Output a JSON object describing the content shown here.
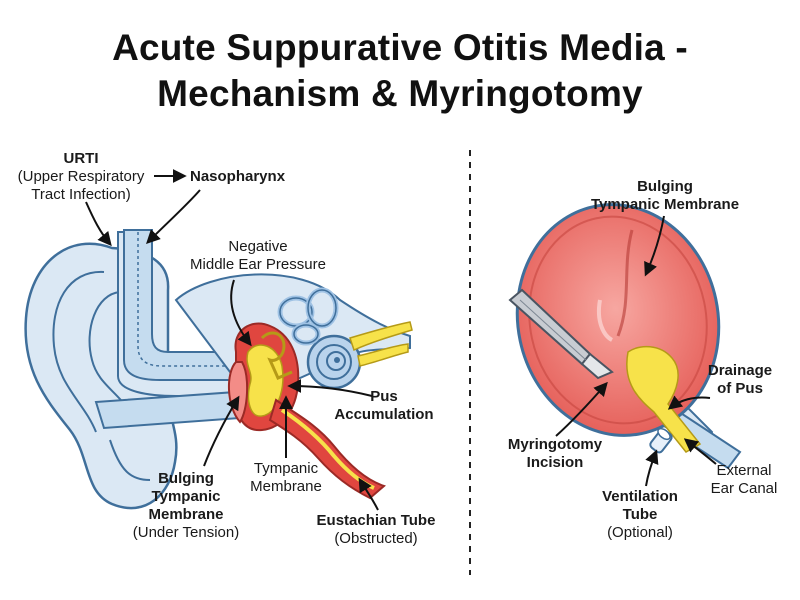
{
  "title": {
    "line1": "Acute Suppurative Otitis Media -",
    "line2": "Mechanism & Myringotomy"
  },
  "left_panel": {
    "urti": {
      "abbr": "URTI",
      "line1": "(Upper Respiratory",
      "line2": "Tract Infection)"
    },
    "nasopharynx": "Nasopharynx",
    "negative_pressure": {
      "line1": "Negative",
      "line2": "Middle Ear Pressure"
    },
    "pus_accumulation": {
      "line1": "Pus",
      "line2": "Accumulation"
    },
    "bulging_tm": {
      "line1": "Bulging",
      "line2": "Tympanic",
      "line3": "Membrane",
      "line4": "(Under Tension)"
    },
    "tympanic_membrane": {
      "line1": "Tympanic",
      "line2": "Membrane"
    },
    "eustachian_tube": {
      "line1": "Eustachian Tube",
      "line2": "(Obstructed)"
    }
  },
  "right_panel": {
    "bulging_tm": {
      "line1": "Bulging",
      "line2": "Tympanic Membrane"
    },
    "drainage": {
      "line1": "Drainage",
      "line2": "of Pus"
    },
    "incision": {
      "line1": "Myringotomy",
      "line2": "Incision"
    },
    "canal": {
      "line1": "External",
      "line2": "Ear Canal"
    },
    "vent_tube": {
      "line1": "Ventilation",
      "line2": "Tube",
      "line3": "(Optional)"
    }
  },
  "colors": {
    "skin_blue": "#dbe8f4",
    "outline": "#3f6f9b",
    "pus_yellow": "#f7e24a",
    "inflamed_red": "#e0463f",
    "membrane_pink": "#f38c87",
    "arrow": "#111111"
  }
}
